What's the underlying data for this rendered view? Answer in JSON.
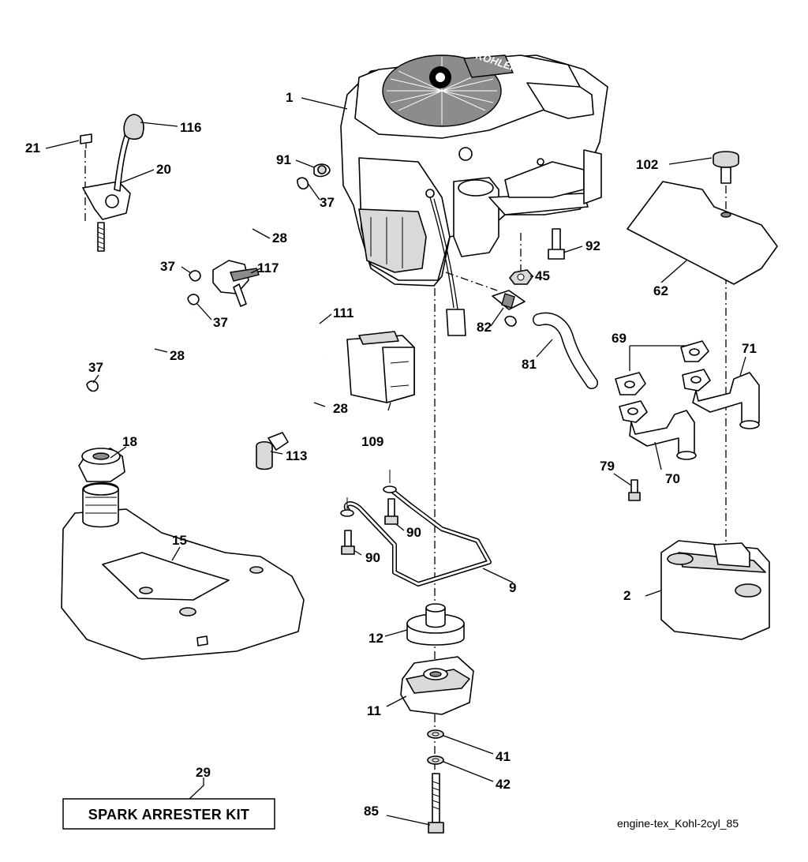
{
  "callouts": {
    "p1": "1",
    "p2": "2",
    "p9": "9",
    "p11": "11",
    "p12": "12",
    "p15": "15",
    "p18": "18",
    "p20": "20",
    "p21": "21",
    "p28a": "28",
    "p28b": "28",
    "p28c": "28",
    "p29": "29",
    "p37a": "37",
    "p37b": "37",
    "p37c": "37",
    "p37d": "37",
    "p41": "41",
    "p42": "42",
    "p45": "45",
    "p62": "62",
    "p69": "69",
    "p70": "70",
    "p71": "71",
    "p79": "79",
    "p81": "81",
    "p82": "82",
    "p85": "85",
    "p90a": "90",
    "p90b": "90",
    "p91": "91",
    "p92": "92",
    "p102": "102",
    "p109": "109",
    "p111": "111",
    "p113": "113",
    "p116": "116",
    "p117": "117"
  },
  "kit_box_label": "SPARK ARRESTER KIT",
  "engine_brand": "KOHLER",
  "drawing_id": "engine-tex_Kohl-2cyl_85"
}
